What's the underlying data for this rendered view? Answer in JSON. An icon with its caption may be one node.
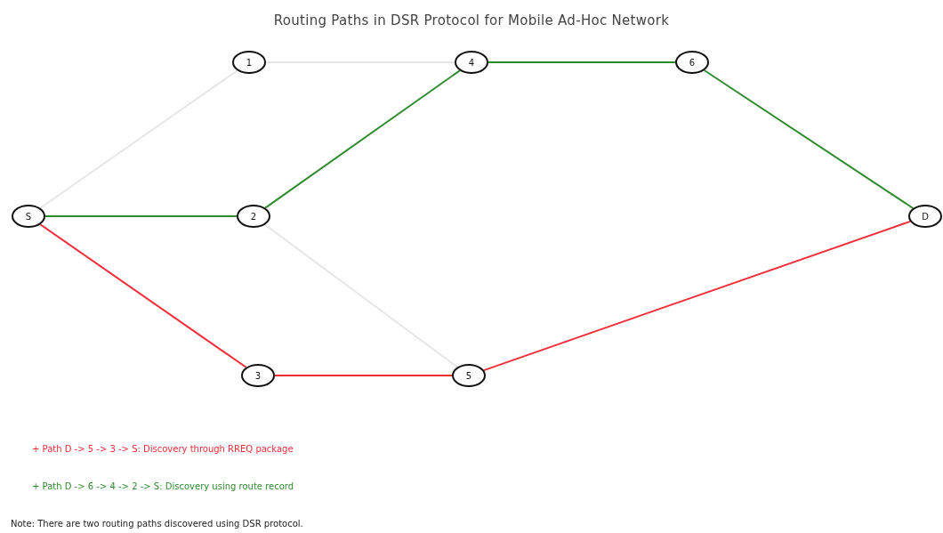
{
  "diagram": {
    "title": "Routing Paths in DSR Protocol for Mobile Ad-Hoc Network",
    "nodes": [
      {
        "text": [
          "1"
        ]
      },
      {
        "text": [
          "4"
        ]
      },
      {
        "text": [
          "6"
        ]
      },
      {
        "text": [
          "S"
        ]
      },
      {
        "text": [
          "2"
        ]
      },
      {
        "text": [
          "D"
        ]
      },
      {
        "text": [
          "3"
        ]
      },
      {
        "text": [
          "5"
        ]
      }
    ],
    "edges": [
      {
        "from": 3,
        "to": 0,
        "arrow": "none",
        "color": "#e6e6e6"
      },
      {
        "from": 0,
        "to": 1,
        "arrow": "none",
        "color": "#e6e6e6"
      },
      {
        "from": 3,
        "to": 4,
        "arrow": "none"
      },
      {
        "from": 4,
        "to": 1,
        "arrow": "none"
      },
      {
        "from": 1,
        "to": 2,
        "arrow": "none"
      },
      {
        "from": 2,
        "to": 5,
        "arrow": "none"
      },
      {
        "from": 3,
        "to": 6,
        "arrow": "none",
        "color": "#ee2f3a"
      },
      {
        "from": 6,
        "to": 7,
        "arrow": "none",
        "color": "#ee2f3a"
      },
      {
        "from": 7,
        "to": 5,
        "arrow": "none",
        "color": "#ee2f3a"
      },
      {
        "from": 4,
        "to": 7,
        "arrow": "none",
        "color": "#e6e6e6"
      }
    ],
    "labels": [
      "+ Path D -> 5 -> 3 -> S: Discovery through RREQ package",
      "+ Path D -> 6 -> 4 -> 2 -> S: Discovery using route record",
      "Note: There are two routing paths discovered using DSR protocol."
    ]
  }
}
